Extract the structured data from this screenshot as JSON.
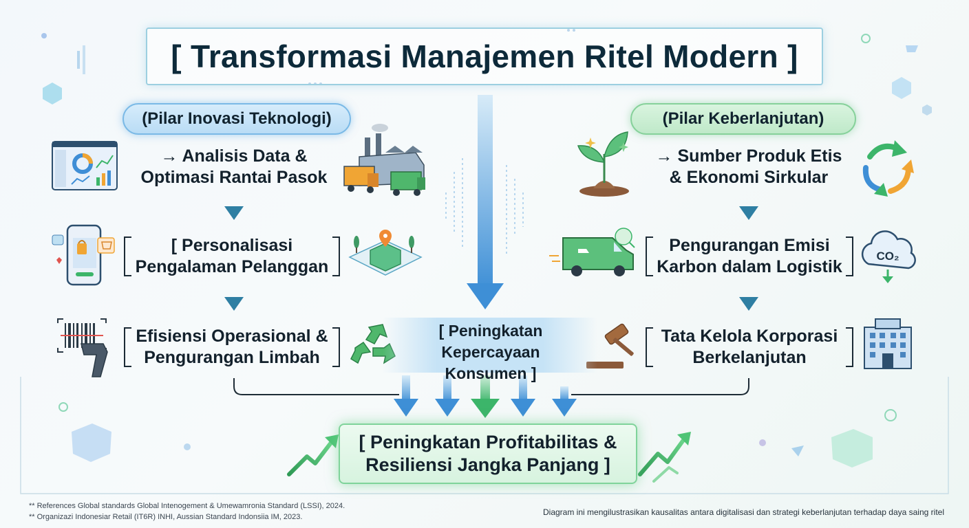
{
  "title": "[ Transformasi Manajemen Ritel Modern ]",
  "pillars": {
    "left": "(Pilar Inovasi Teknologi)",
    "right": "(Pilar Keberlanjutan)"
  },
  "left_column": [
    {
      "line1": "→ Analisis Data &",
      "line2": "Optimasi Rantai Pasok"
    },
    {
      "line1": "[ Personalisasi",
      "line2": "Pengalaman Pelanggan"
    },
    {
      "line1": "Efisiensi Operasional &",
      "line2": "Pengurangan Limbah"
    }
  ],
  "right_column": [
    {
      "line1": "→ Sumber Produk Etis",
      "line2": "& Ekonomi Sirkular"
    },
    {
      "line1": "Pengurangan Emisi",
      "line2": "Karbon dalam Logistik"
    },
    {
      "line1": "Tata Kelola Korporasi",
      "line2": "Berkelanjutan"
    }
  ],
  "center": {
    "line1": "[ Peningkatan Kepercayaan",
    "line2": "Konsumen ]"
  },
  "final": {
    "line1": "[ Peningkatan Profitabilitas &",
    "line2": "Resiliensi Jangka Panjang ]"
  },
  "co2_label": "CO₂",
  "footnotes": [
    "** References Global standards Global Intenogement & Umewamronia Standard (LSSI), 2024.",
    "** Organizazi Indonesiar Retail (IT6R) INHI, Aussian Standard Indonsiia IM, 2023."
  ],
  "caption": "Diagram ini mengilustrasikan kausalitas antara digitalisasi dan strategi keberlanjutan terhadap daya saing ritel",
  "colors": {
    "blue_accent": "#4a95d8",
    "green_accent": "#3cb56a",
    "arrow_marker": "#2f7fa3",
    "title_text": "#0d2a3a"
  },
  "icons": {
    "left": [
      "dashboard-icon",
      "factory-trucks-icon",
      "smartphone-shopping-icon",
      "store-location-icon",
      "barcode-scanner-icon",
      "recycle-icon"
    ],
    "right": [
      "sprout-icon",
      "cycle-arrows-icon",
      "delivery-van-icon",
      "co2-cloud-icon",
      "gavel-icon",
      "office-building-icon"
    ],
    "final": [
      "growth-arrow-icon"
    ]
  }
}
